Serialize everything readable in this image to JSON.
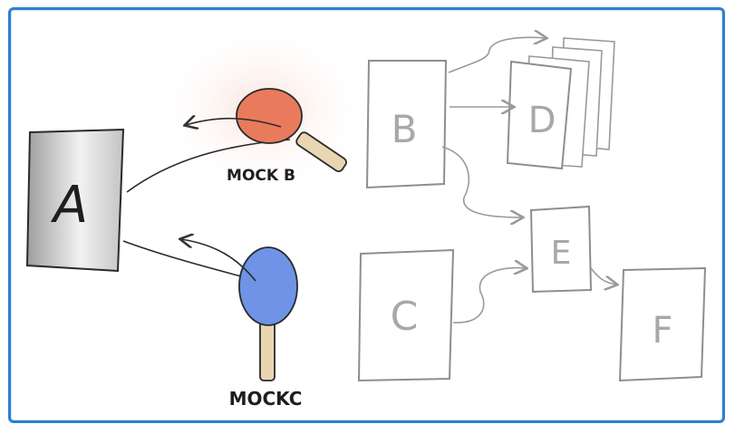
{
  "boxes": {
    "a": "A",
    "b": "B",
    "c": "C",
    "d": "D",
    "e": "E",
    "f": "F"
  },
  "mocks": {
    "b_label": "MOCK B",
    "c_label": "MOCKC"
  },
  "colors": {
    "frame": "#2f7fd0",
    "paddle_red": "#ea7a5c",
    "paddle_blue": "#6f93e6",
    "handle": "#e9d6b0",
    "sketch_grey": "#8e8e8e",
    "box_a_fill": "#cfcfcf"
  }
}
